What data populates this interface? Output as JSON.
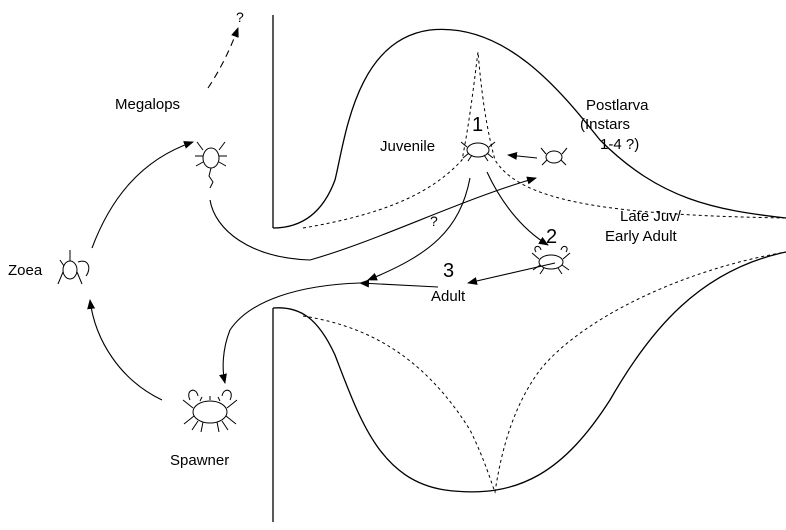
{
  "stages": {
    "zoea": "Zoea",
    "megalops": "Megalops",
    "juvenile": "Juvenile",
    "postlarva_line1": "Postlarva",
    "postlarva_line2": "(Instars",
    "postlarva_line3": "1-4 ?)",
    "late_juv_line1": "Late Juv/",
    "late_juv_line2": "Early Adult",
    "adult": "Adult",
    "spawner": "Spawner"
  },
  "markers": {
    "juvenile_num": "1",
    "late_juv_num": "2",
    "adult_num": "3",
    "q_megalops": "?",
    "q_juvenile": "?"
  },
  "colors": {
    "ink": "#000000",
    "paper": "#ffffff"
  }
}
